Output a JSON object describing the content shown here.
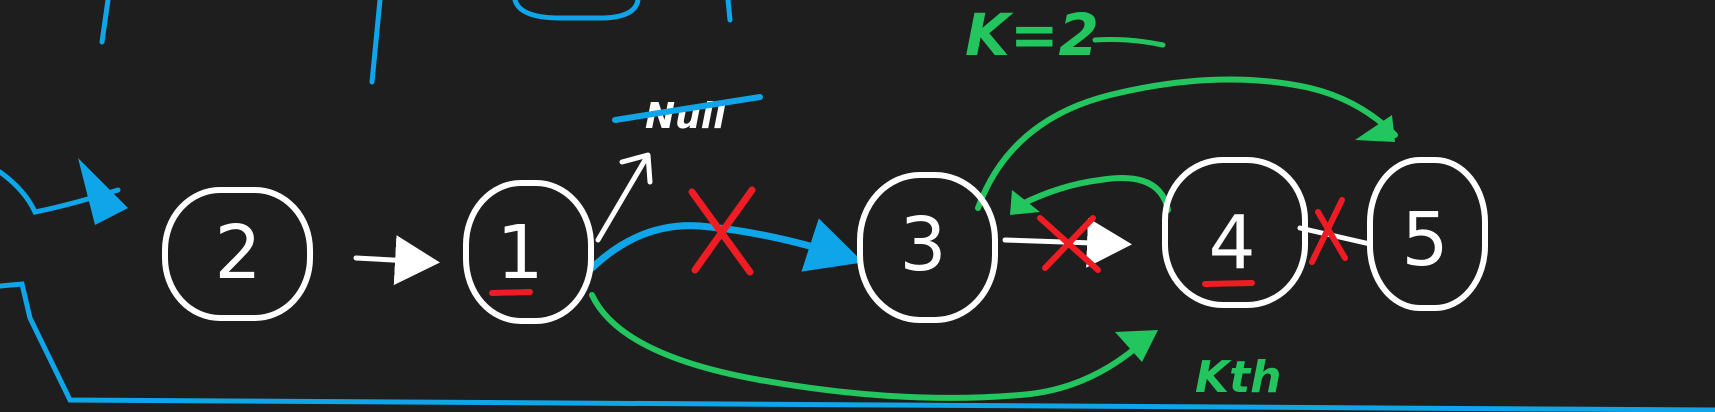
{
  "nodes": [
    {
      "id": "n2",
      "label": "2",
      "underlined": false
    },
    {
      "id": "n1",
      "label": "1",
      "underlined": true
    },
    {
      "id": "n3",
      "label": "3",
      "underlined": false
    },
    {
      "id": "n4",
      "label": "4",
      "underlined": true
    },
    {
      "id": "n5",
      "label": "5",
      "underlined": false
    }
  ],
  "annotations": {
    "k_value": "K=2",
    "kth": "Kth",
    "null_text": "Null"
  },
  "colors": {
    "background": "#1e1e1e",
    "white": "#ffffff",
    "blue": "#0ea5e9",
    "green": "#22c55e",
    "red": "#ef1c24"
  }
}
